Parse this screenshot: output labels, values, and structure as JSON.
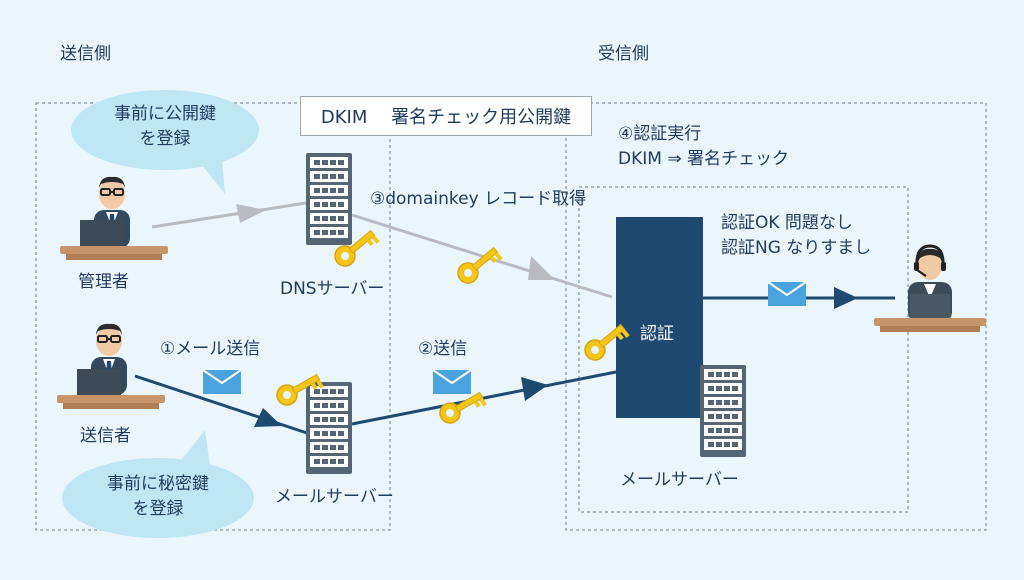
{
  "labels": {
    "sender_side": "送信側",
    "receiver_side": "受信側",
    "dkim_box": "DKIM　 署名チェック用公開鍵",
    "step4_line1": "④認証実行",
    "step4_line2": "DKIM ⇒ 署名チェック",
    "step3": "③domainkey レコード取得",
    "result_ok": "認証OK 問題なし",
    "result_ng": "認証NG なりすまし",
    "admin": "管理者",
    "dns_server": "DNSサーバー",
    "step1": "①メール送信",
    "step2": "②送信",
    "sender": "送信者",
    "mail_server_left": "メールサーバー",
    "auth": "認証",
    "mail_server_right": "メールサーバー",
    "bubble_top_line1": "事前に公開鍵",
    "bubble_top_line2": "を登録",
    "bubble_bottom_line1": "事前に秘密鍵",
    "bubble_bottom_line2": "を登録"
  },
  "colors": {
    "background": "#eaf6fc",
    "navy": "#1e4a72",
    "text": "#1e3a5f",
    "bubble": "#bfe6f3",
    "key_gold": "#f5c518",
    "envelope": "#4aa3df",
    "gray_arrow": "#b8bcc0",
    "server_body": "#566575",
    "desk": "#c8956a"
  },
  "icons": [
    "person-admin-icon",
    "person-sender-icon",
    "person-operator-icon",
    "server-icon",
    "key-icon",
    "envelope-icon",
    "speech-bubble-icon"
  ]
}
